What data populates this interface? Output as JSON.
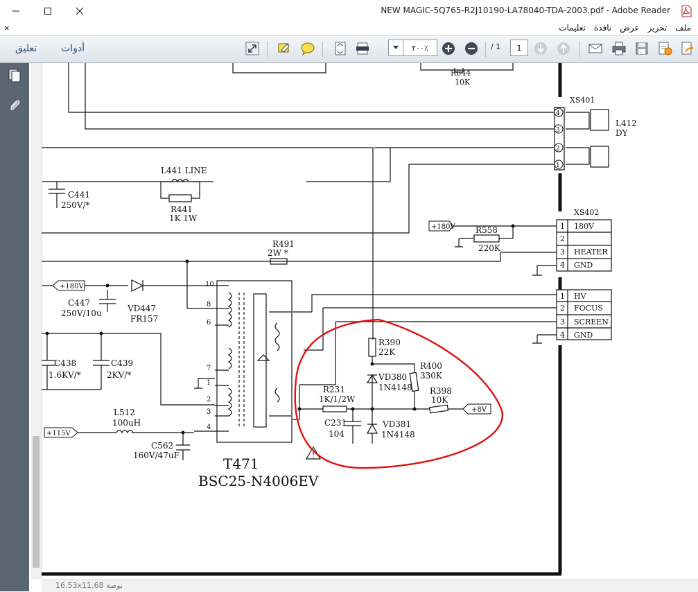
{
  "window": {
    "title": "NEW MAGIC-5Q765-R2J10190-LA78040-TDA-2003.pdf - Adobe Reader",
    "minimize_icon": "minimize-icon",
    "maximize_icon": "maximize-icon",
    "close_icon": "close-icon"
  },
  "menu": {
    "close_glyph": "×",
    "items": [
      "ملف",
      "تحرير",
      "عرض",
      "نافذة",
      "تعليمات"
    ]
  },
  "toolbar": {
    "tools_label": "أدوات",
    "comment_label": "تعليق",
    "zoom_value": "٢٠٠٪",
    "page_current": "1",
    "page_total": "/ 1"
  },
  "status": {
    "text": "16.53x11.68 بوصة"
  },
  "schematic": {
    "refs": {
      "r644": "R644",
      "r644_val": "10K",
      "xs401": "XS401",
      "l412": "L412",
      "l412_val": "DY",
      "l441": "L441 LINE",
      "c441": "C441",
      "c441_val": "250V/*",
      "r441": "R441",
      "r441_val": "1K 1W",
      "xs402": "XS402",
      "r558": "R558",
      "r558_val": "220K",
      "r491": "R491",
      "r491_val": "2W *",
      "c447": "C447",
      "c447_val": "250V/10u",
      "vd447": "VD447",
      "vd447_val": "FR157",
      "c438": "C438",
      "c438_val": "1.6KV/*",
      "c439": "C439",
      "c439_val": "2KV/*",
      "l512": "L512",
      "l512_val": "100uH",
      "c562": "C562",
      "c562_val": "160V/47uF",
      "t471": "T471",
      "t471_val": "BSC25-N4006EV",
      "r390": "R390",
      "r390_val": "22K",
      "vd380": "VD380",
      "vd380_val": "1N4148",
      "r400": "R400",
      "r400_val": "330K",
      "r231": "R231",
      "r231_val": "1K/1/2W",
      "c231": "C231",
      "c231_val": "104",
      "vd381": "VD381",
      "vd381_val": "1N4148",
      "r398": "R398",
      "r398_val": "10K"
    },
    "nets": {
      "v180_a": "+180V",
      "v180_b": "+180V",
      "v115": "+115V",
      "v8": "+8V"
    },
    "xs401_pins": [
      "4",
      "3",
      "2",
      "1"
    ],
    "xs402_rows": [
      {
        "pin": "1",
        "label": "180V"
      },
      {
        "pin": "2",
        "label": ""
      },
      {
        "pin": "3",
        "label": "HEATER"
      },
      {
        "pin": "4",
        "label": "GND"
      }
    ],
    "xs_hv_rows": [
      {
        "pin": "1",
        "label": "HV"
      },
      {
        "pin": "2",
        "label": "FOCUS"
      },
      {
        "pin": "3",
        "label": "SCREEN"
      },
      {
        "pin": "4",
        "label": "GND"
      }
    ],
    "t471_pins": [
      "10",
      "8",
      "6",
      "7",
      "1",
      "2",
      "3",
      "4"
    ],
    "warning_glyph": "!"
  },
  "colors": {
    "sidebar": "#5b6673",
    "annotation": "#e01010",
    "link": "#2a4d7a"
  }
}
